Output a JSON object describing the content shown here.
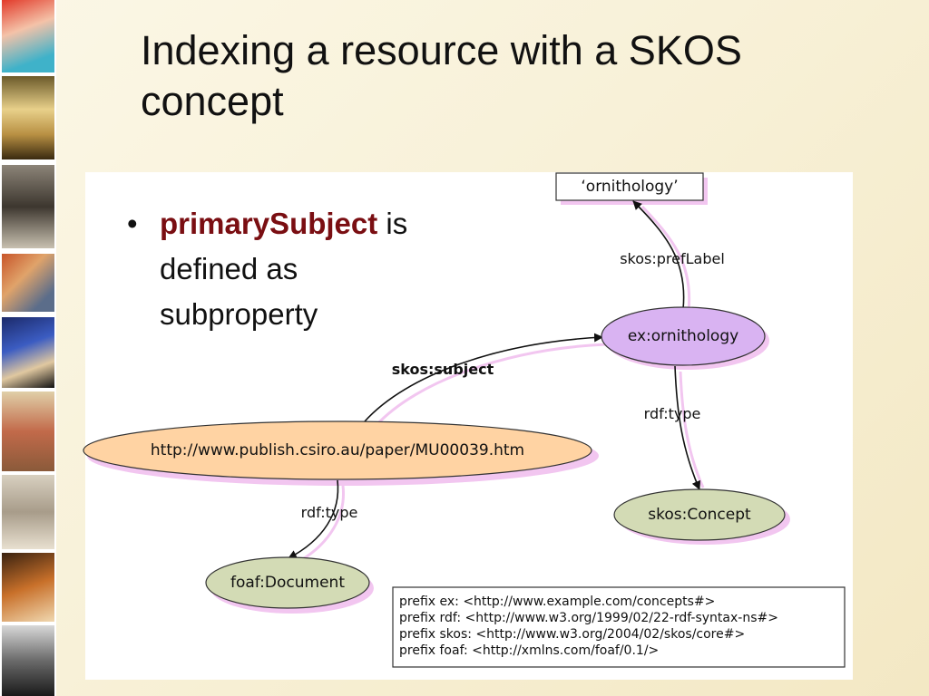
{
  "slide": {
    "title_line1": "Indexing a resource with a SKOS",
    "title_line2": "concept",
    "bullet": {
      "keyword": "primarySubject",
      "text_after_keyword": " is",
      "line2": "defined as",
      "line3": "subproperty"
    }
  },
  "diagram": {
    "nodes": {
      "literal": "‘ornithology’",
      "concept": "ex:ornithology",
      "resource": "http://www.publish.csiro.au/paper/MU00039.htm",
      "skos_concept": "skos:Concept",
      "document": "foaf:Document"
    },
    "edges": {
      "pref_label": "skos:prefLabel",
      "subject": "skos:subject",
      "type_concept": "rdf:type",
      "type_resource": "rdf:type"
    },
    "prefixes": [
      "prefix ex: <http://www.example.com/concepts#>",
      "prefix rdf: <http://www.w3.org/1999/02/22-rdf-syntax-ns#>",
      "prefix skos: <http://www.w3.org/2004/02/skos/core#>",
      "prefix foaf: <http://xmlns.com/foaf/0.1/>"
    ],
    "colors": {
      "concept_fill": "#d9b3f2",
      "resource_fill": "#ffd3a3",
      "class_fill": "#d3dbb5",
      "shadow": "#f2c6f0"
    }
  }
}
